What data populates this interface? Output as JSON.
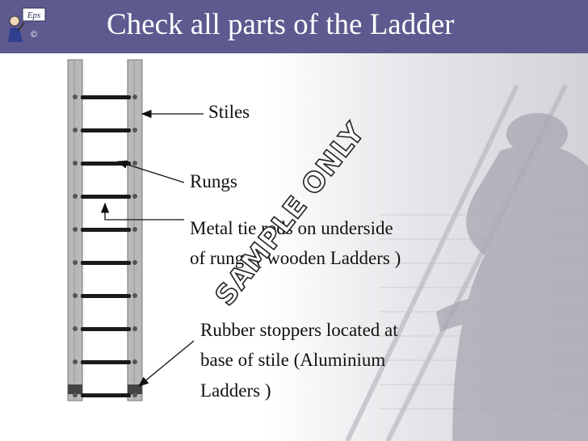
{
  "title": "Check all parts of the Ladder",
  "logo": {
    "text": "Eps",
    "copyright": "©"
  },
  "labels": {
    "stiles": "Stiles",
    "rungs": "Rungs",
    "metal_rods_line1": "Metal tie rods on underside",
    "metal_rods_line2": "of rungs  ( wooden Ladders )",
    "rubber_line1": "Rubber stoppers located at",
    "rubber_line2": "base of stile (Aluminium",
    "rubber_line3": "Ladders )"
  },
  "watermark": "SAMPLE ONLY",
  "colors": {
    "header": "#5e5a8f",
    "text": "#111111",
    "title": "#ffffff"
  },
  "ladder": {
    "rung_count": 10
  }
}
